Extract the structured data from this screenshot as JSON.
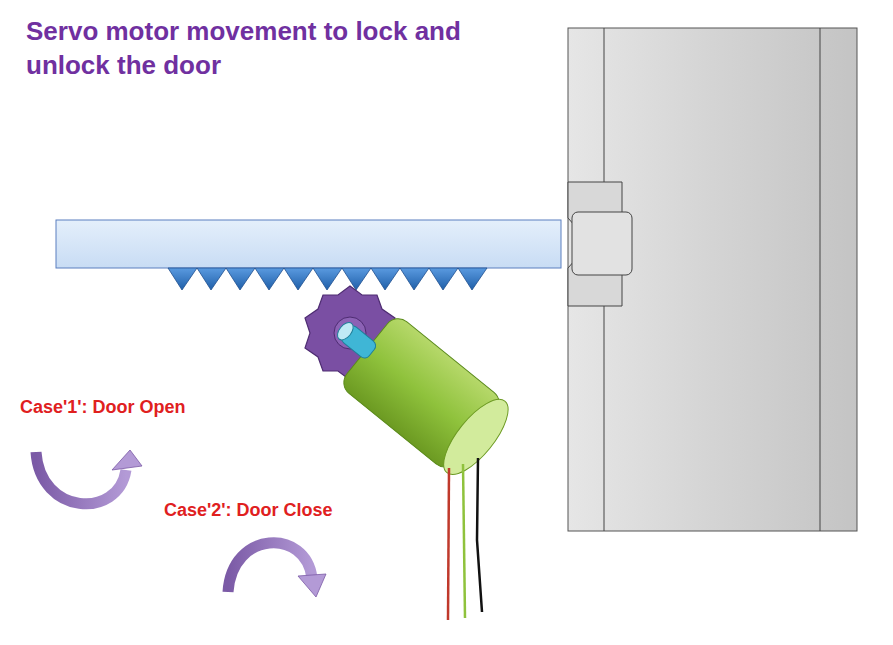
{
  "diagram": {
    "title": "Servo motor movement to lock and unlock the door",
    "labels": [
      "Case'1': Door Open",
      "Case'2': Door Close"
    ]
  }
}
